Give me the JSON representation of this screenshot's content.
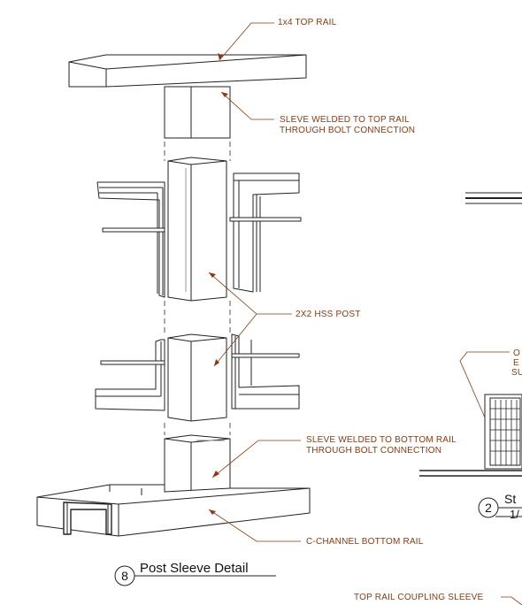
{
  "callouts": {
    "top_rail": "1x4 TOP RAIL",
    "sleeve_top_1": "SLEVE WELDED TO TOP RAIL",
    "sleeve_top_2": "THROUGH BOLT CONNECTION",
    "hss_post": "2X2 HSS POST",
    "sleeve_bottom_1": "SLEVE WELDED TO BOTTOM RAIL",
    "sleeve_bottom_2": "THROUGH BOLT CONNECTION",
    "c_channel": "C-CHANNEL BOTTOM RAIL",
    "coupling": "TOP RAIL COUPLING SLEEVE"
  },
  "detail": {
    "number": "8",
    "title": "Post Sleeve Detail"
  },
  "side_detail": {
    "number": "2",
    "title_fragment": "St",
    "scale_fragment": "1/",
    "note_fragments": [
      "O",
      "E",
      "SU"
    ]
  },
  "colors": {
    "leader": "#8a3a10",
    "linework": "#222222"
  }
}
